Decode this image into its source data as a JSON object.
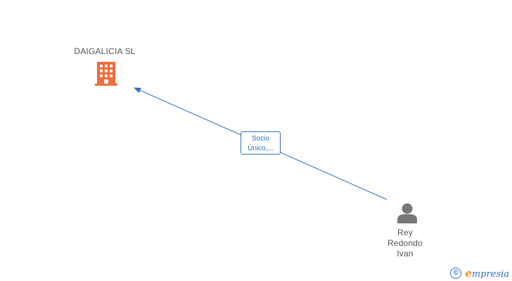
{
  "nodes": {
    "company": {
      "name": "DAIGALICIA SL",
      "icon": "building-icon",
      "color": "#f26b3a"
    },
    "person": {
      "name_line1": "Rey",
      "name_line2": "Redondo",
      "name_line3": "Ivan",
      "icon": "person-icon",
      "color": "#777777"
    }
  },
  "edges": [
    {
      "from": "person",
      "to": "company",
      "label_line1": "Socio",
      "label_line2": "Único,...",
      "color": "#2f6fc4"
    }
  ],
  "watermark": {
    "symbol": "©",
    "brand_initial": "e",
    "brand_rest": "mpresia"
  }
}
